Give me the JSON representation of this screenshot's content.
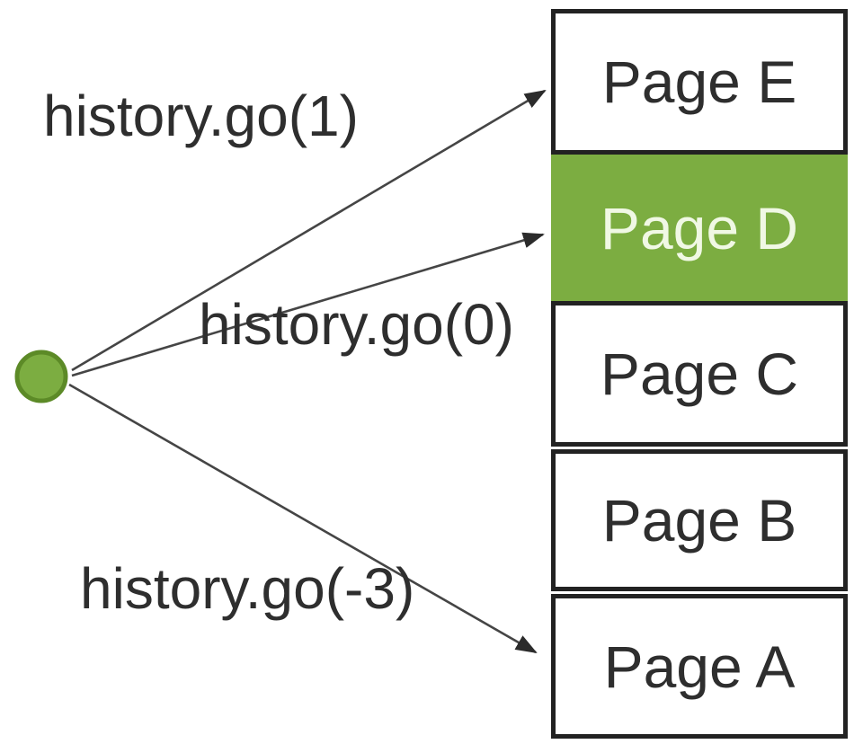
{
  "colors": {
    "green_fill": "#7cad41",
    "green_stroke": "#5c8a27",
    "box_border": "#222222",
    "line": "#454545",
    "arrow": "#2b2b2b",
    "text_dark": "#2e2e2e",
    "active_text": "#f0f8e4"
  },
  "annotations": {
    "go_forward": "history.go(1)",
    "go_current": "history.go(0)",
    "go_back": "history.go(-3)"
  },
  "history_stack": {
    "pages": [
      {
        "label": "Page E",
        "active": false
      },
      {
        "label": "Page D",
        "active": true
      },
      {
        "label": "Page C",
        "active": false
      },
      {
        "label": "Page B",
        "active": false
      },
      {
        "label": "Page A",
        "active": false
      }
    ],
    "active_page": "Page D"
  },
  "icons": {
    "current_position_dot": "filled-green-circle",
    "arrowhead": "solid-triangle-right"
  }
}
